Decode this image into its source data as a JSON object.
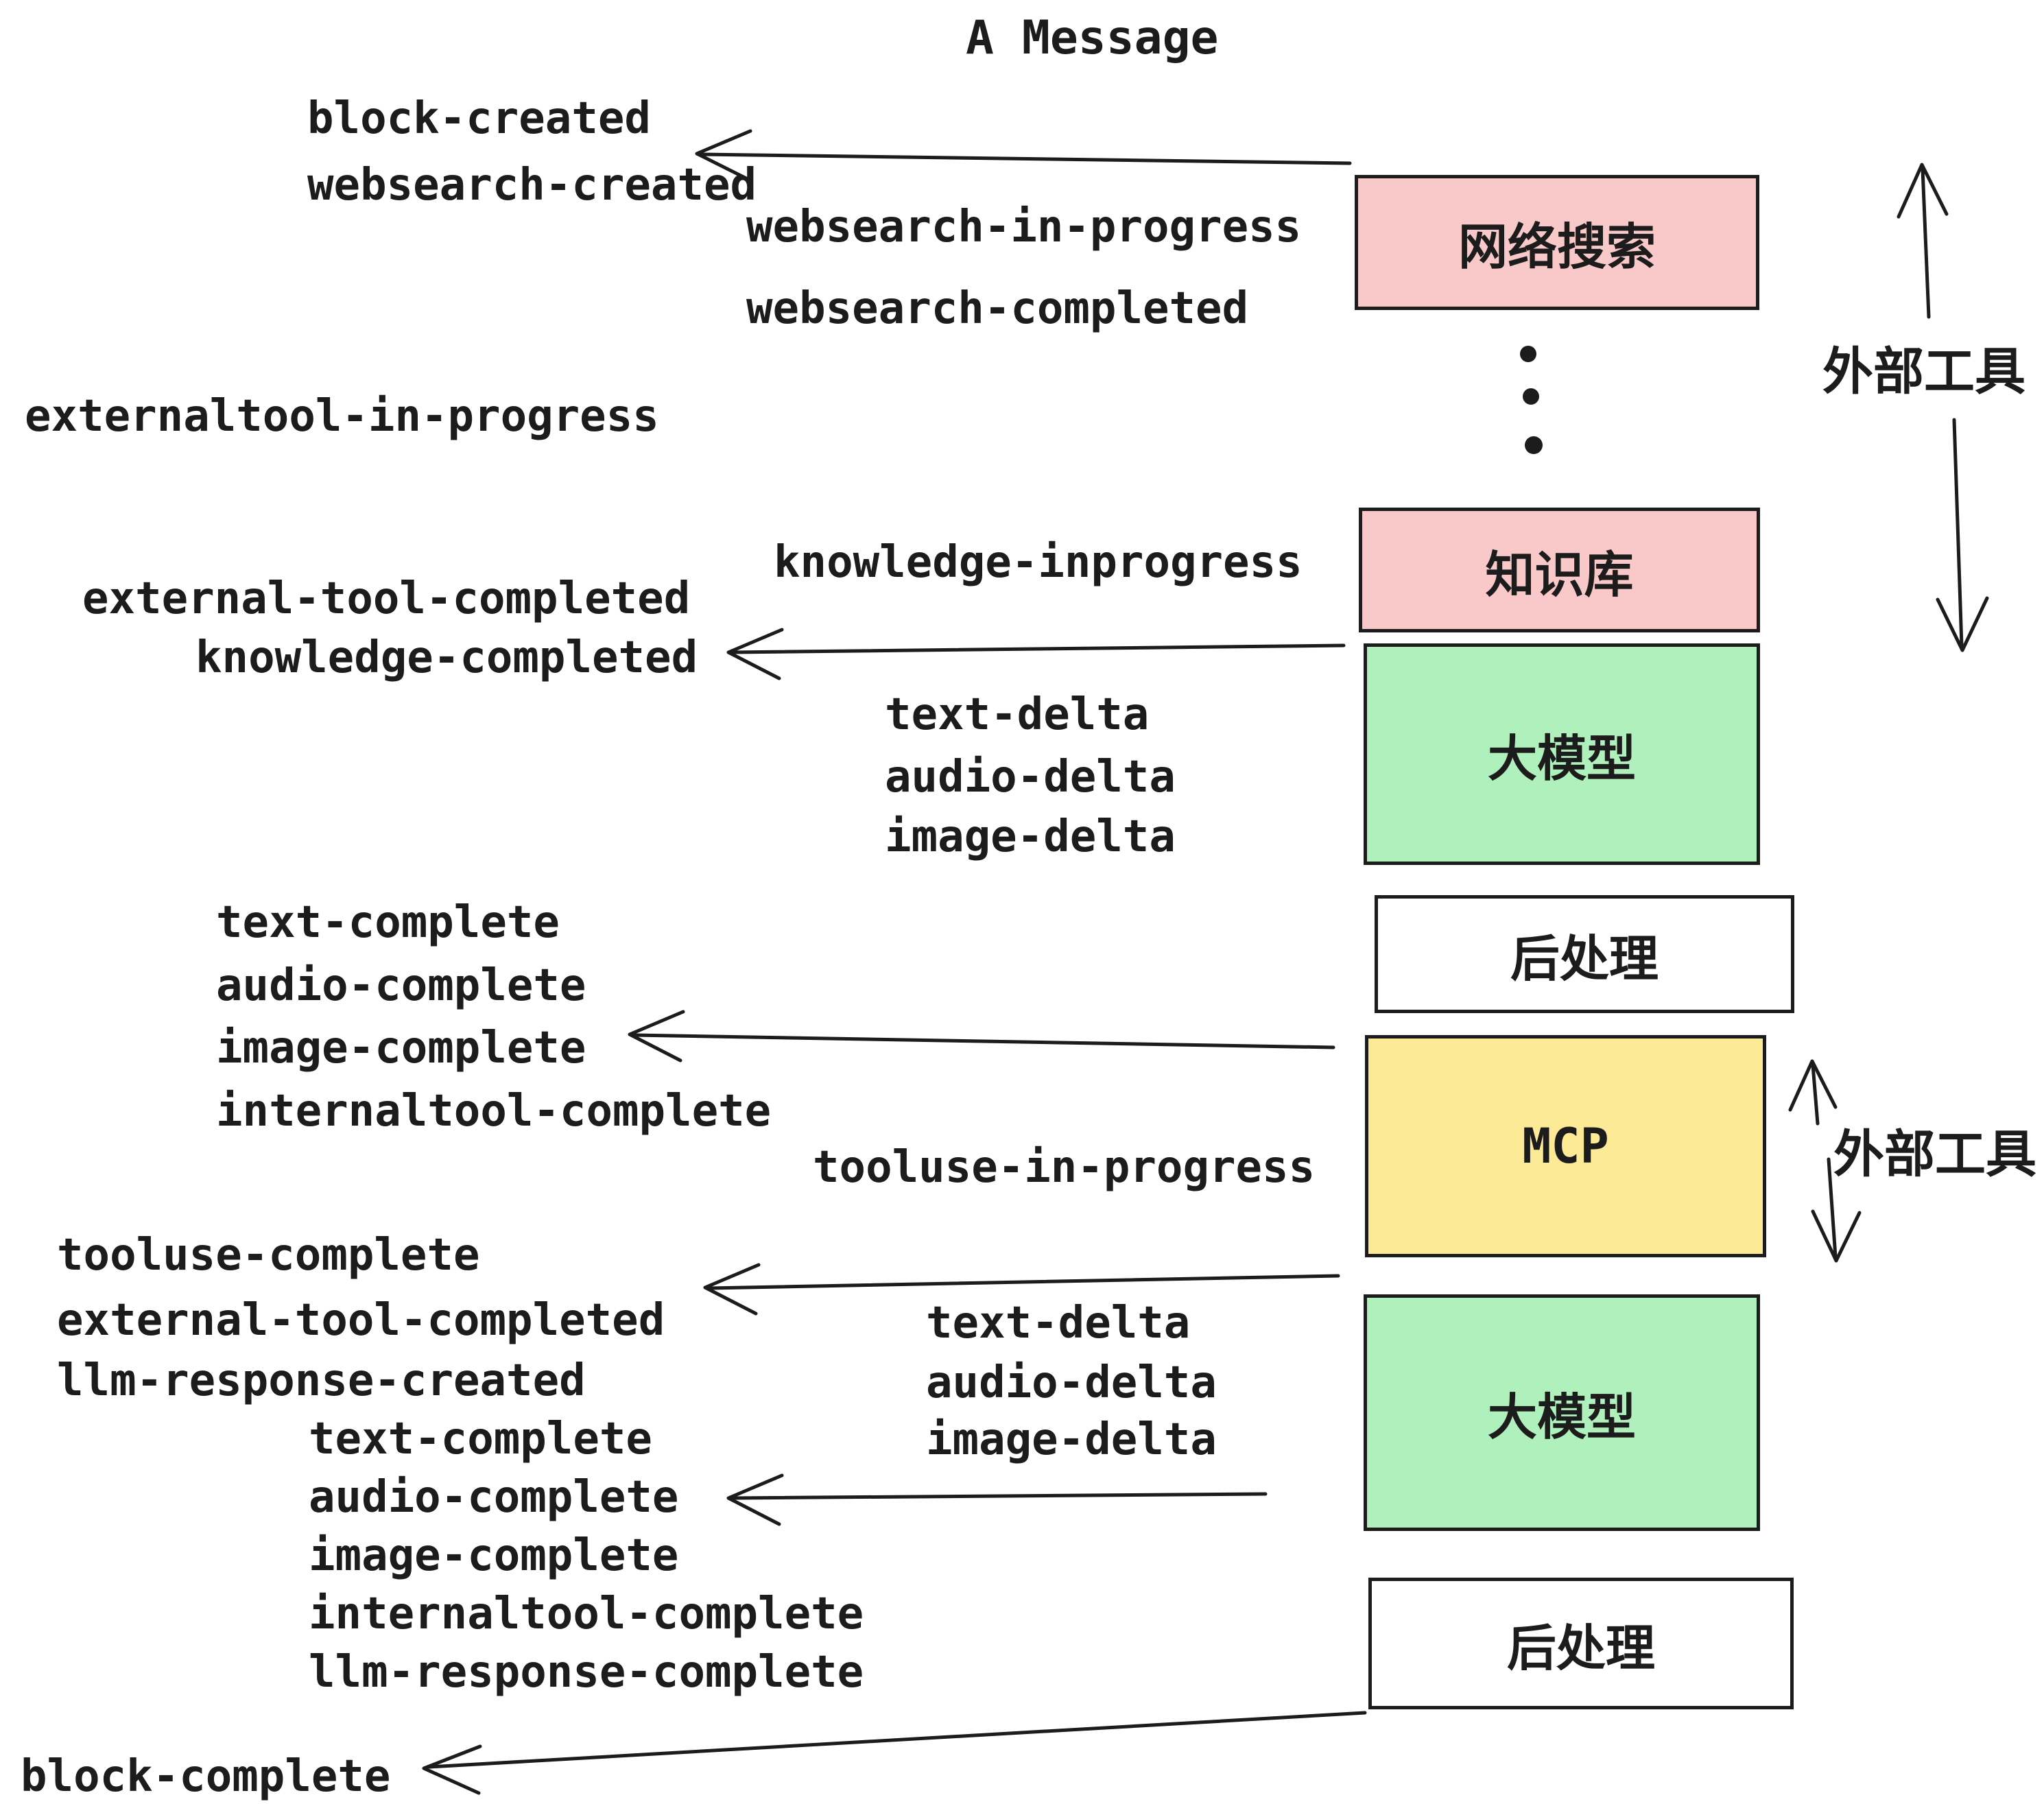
{
  "title": "A Message",
  "colors": {
    "ink": "#1c1c1c",
    "pink": "#f9c8c8",
    "green": "#b0f0bc",
    "yellow": "#fdea96",
    "white": "#ffffff"
  },
  "events": {
    "block_created": "block-created",
    "websearch_created": "websearch-created",
    "websearch_in_progress": "websearch-in-progress",
    "websearch_completed": "websearch-completed",
    "externaltool_in_progress": "externaltool-in-progress",
    "knowledge_inprogress": "knowledge-inprogress",
    "external_tool_completed": "external-tool-completed",
    "knowledge_completed": "knowledge-completed",
    "text_delta": "text-delta",
    "audio_delta": "audio-delta",
    "image_delta": "image-delta",
    "text_complete": "text-complete",
    "audio_complete": "audio-complete",
    "image_complete": "image-complete",
    "internaltool_complete": "internaltool-complete",
    "tooluse_in_progress": "tooluse-in-progress",
    "tooluse_complete": "tooluse-complete",
    "llm_response_created": "llm-response-created",
    "llm_response_complete": "llm-response-complete",
    "block_complete": "block-complete"
  },
  "boxes": [
    {
      "id": "websearch",
      "label": "网络搜索",
      "color": "#f9c8c8"
    },
    {
      "id": "knowledge",
      "label": "知识库",
      "color": "#f9c8c8"
    },
    {
      "id": "llm-1",
      "label": "大模型",
      "color": "#b0f0bc"
    },
    {
      "id": "postprocess-1",
      "label": "后处理",
      "color": "#ffffff"
    },
    {
      "id": "mcp",
      "label": "MCP",
      "color": "#fdea96"
    },
    {
      "id": "llm-2",
      "label": "大模型",
      "color": "#b0f0bc"
    },
    {
      "id": "postprocess-2",
      "label": "后处理",
      "color": "#ffffff"
    }
  ],
  "side_annotations": [
    {
      "label": "外部工具"
    },
    {
      "label": "外部工具"
    }
  ]
}
